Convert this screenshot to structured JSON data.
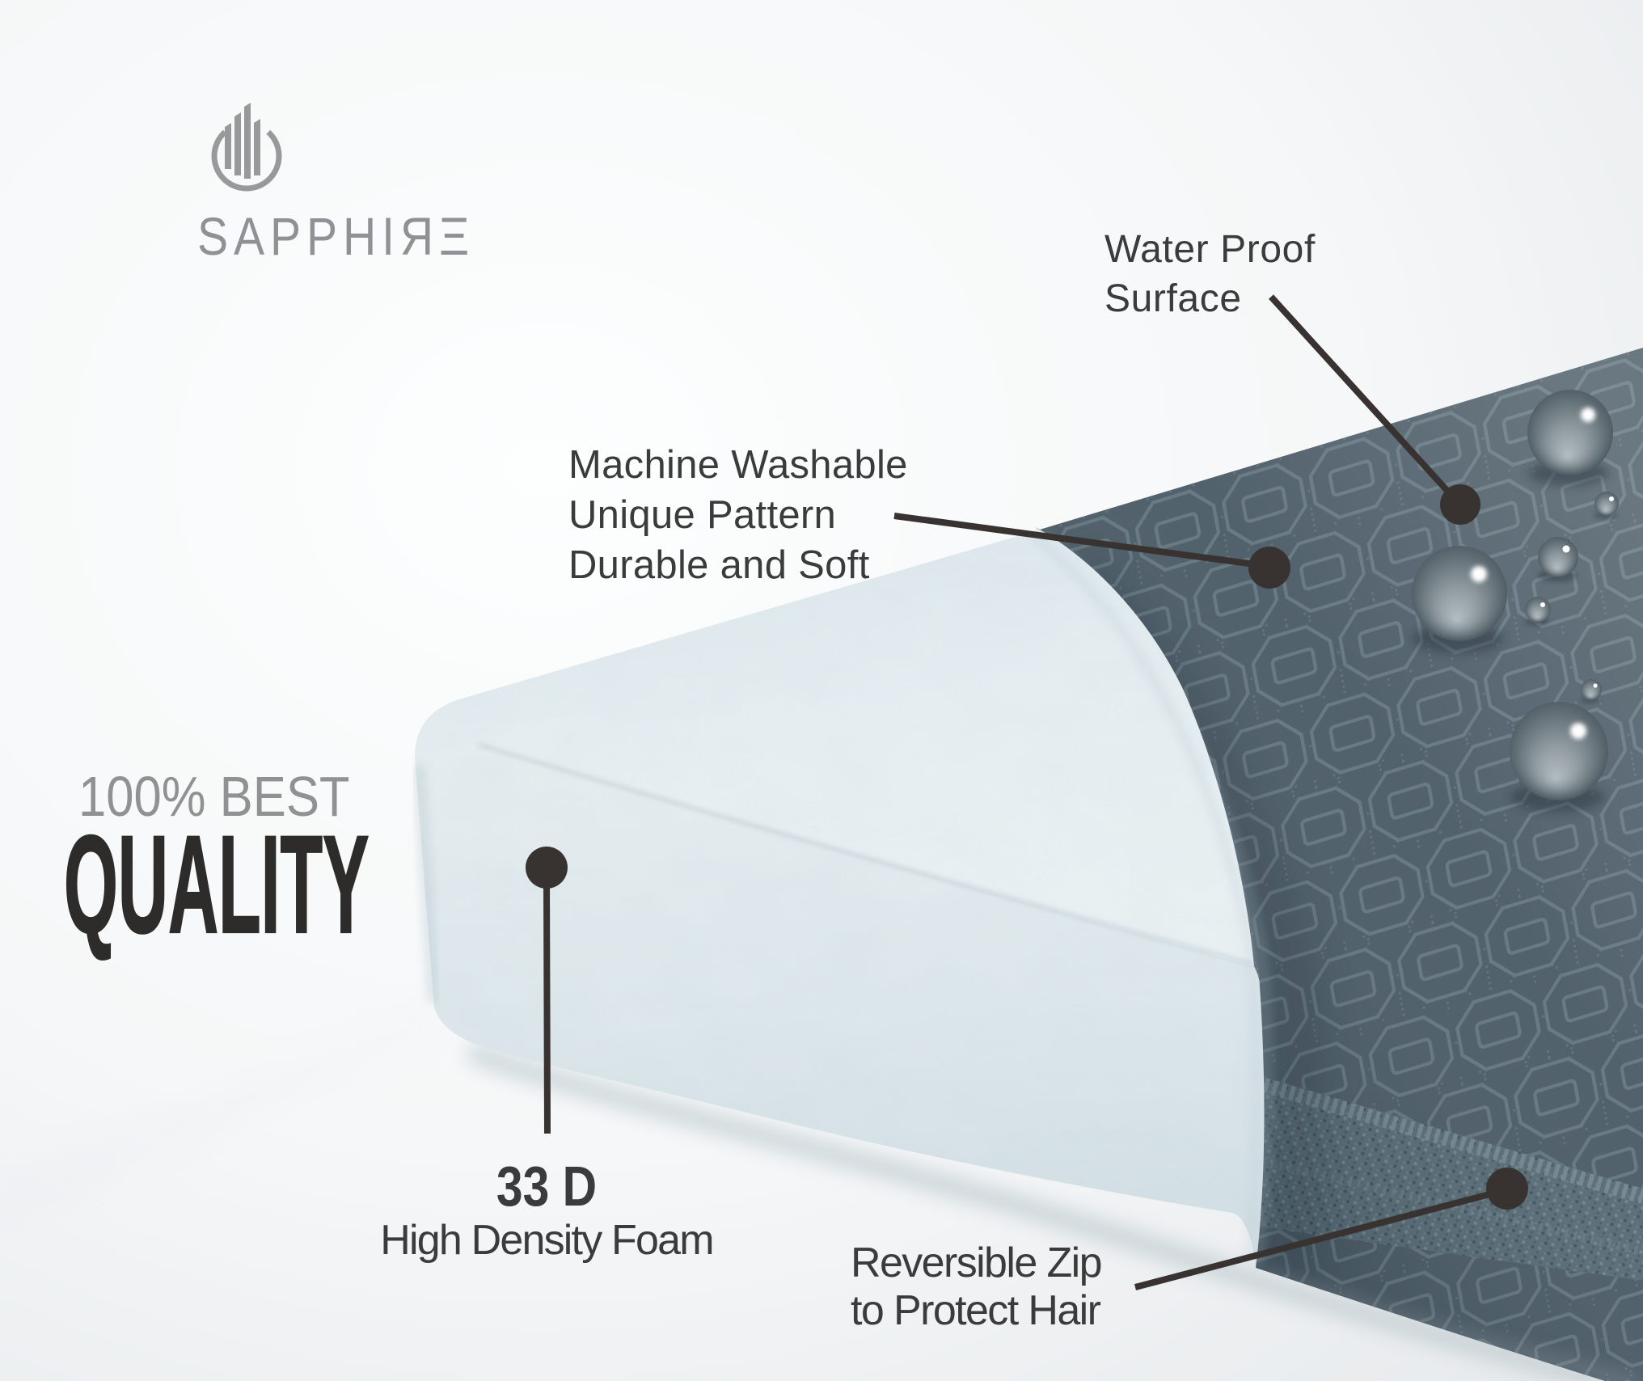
{
  "meta": {
    "type": "product-infographic",
    "product": "waterproof mattress / foam cushion cross-section"
  },
  "logo": {
    "brand": "SAPPHIRE",
    "brand_display": "SAPPHIЯΞ",
    "icon": "sapphire-bars-in-circle-icon",
    "color": "#8e9294"
  },
  "tagline": {
    "line1": "100% BEST",
    "line2": "QUALITY",
    "line1_color": "#8f9293",
    "line2_color": "#2d2c2b"
  },
  "labels": {
    "water_proof": {
      "line1": "Water Proof",
      "line2": "Surface"
    },
    "machine_washable": {
      "line1": "Machine Washable",
      "line2": "Unique Pattern",
      "line3": "Durable and Soft"
    },
    "foam": {
      "line1": "33 D",
      "line2": "High Density Foam"
    },
    "zip": {
      "line1": "Reversible Zip",
      "line2": "to Protect Hair"
    }
  },
  "colors": {
    "background": "#f4f6f7",
    "foam_top": "#e9f1f4",
    "foam_front": "#dce8ec",
    "fabric_base": "#4e5f6a",
    "fabric_pattern": "#6b7e88",
    "zip_band": "#5b6e78",
    "callout": "#383330",
    "label_text": "#3b3b3b"
  }
}
